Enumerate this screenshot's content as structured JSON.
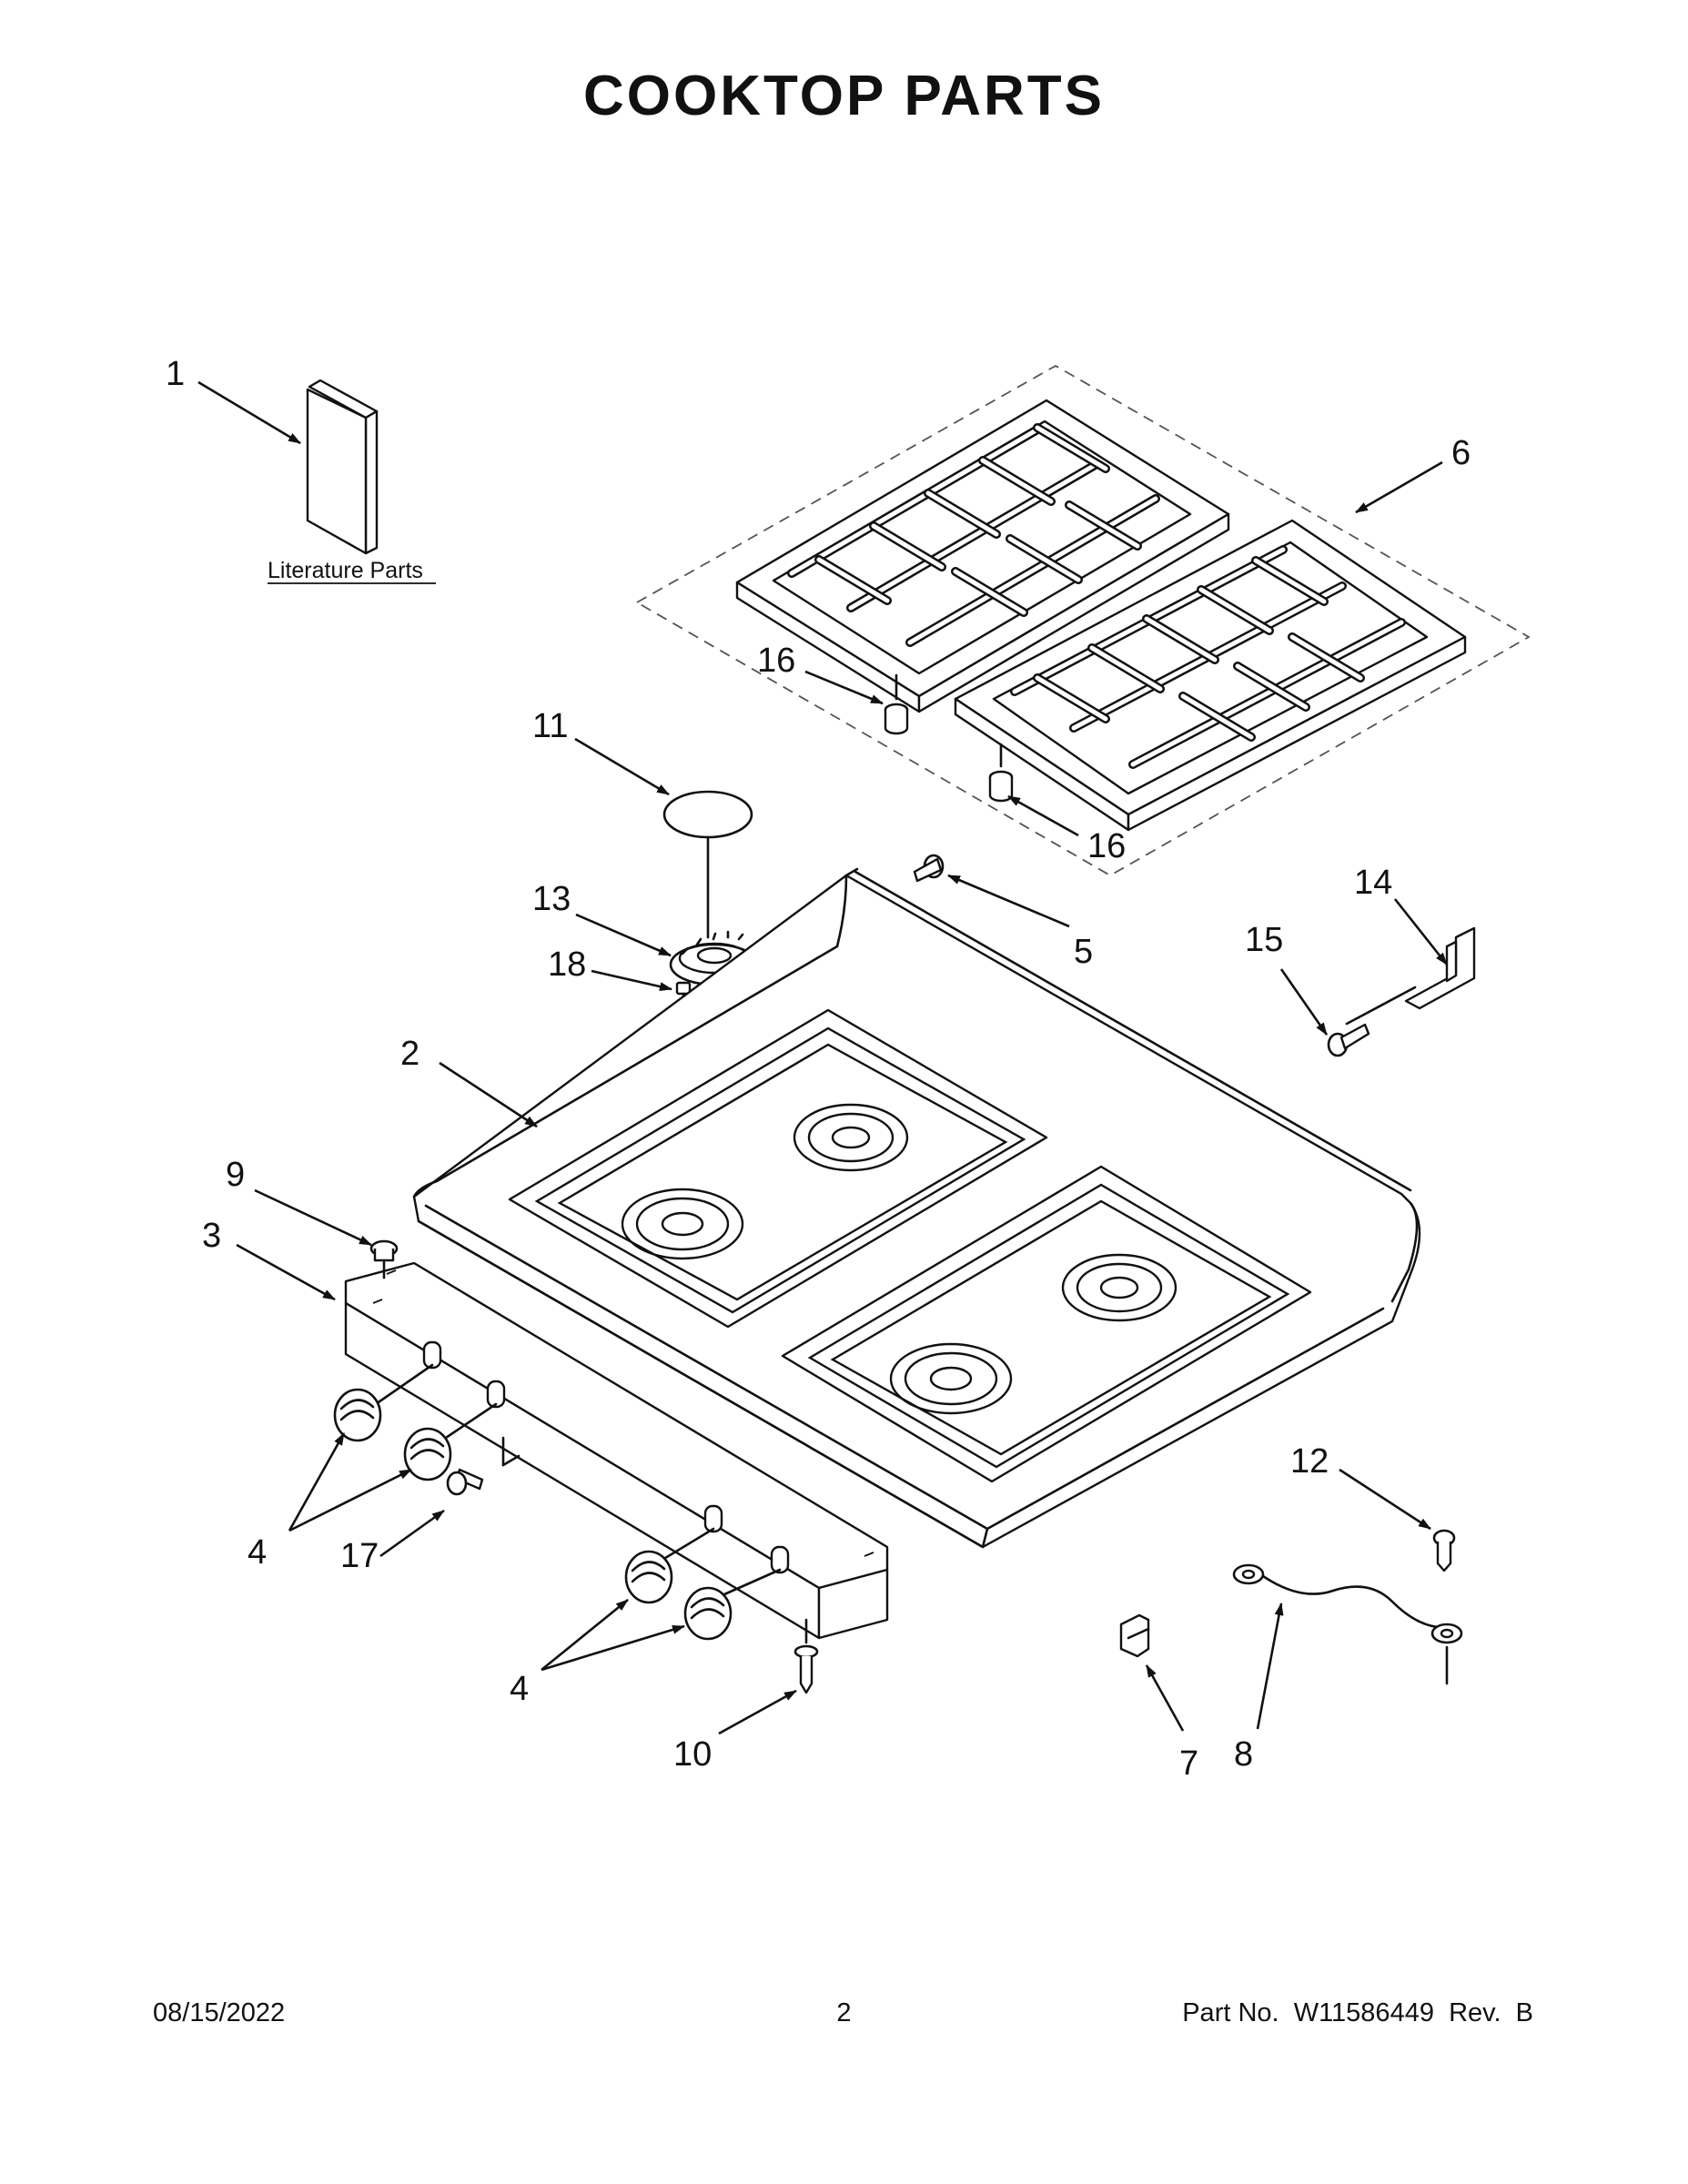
{
  "page": {
    "title": "COOKTOP PARTS",
    "literature_label": "Literature Parts",
    "footer": {
      "date": "08/15/2022",
      "page_number": "2",
      "part_number": "Part No.  W11586449  Rev.  B"
    }
  },
  "callouts": [
    "1",
    "2",
    "3",
    "4",
    "4",
    "5",
    "6",
    "7",
    "8",
    "9",
    "10",
    "11",
    "12",
    "13",
    "14",
    "15",
    "16",
    "16",
    "17",
    "18"
  ],
  "colors": {
    "ink": "#111111",
    "background": "#ffffff"
  }
}
